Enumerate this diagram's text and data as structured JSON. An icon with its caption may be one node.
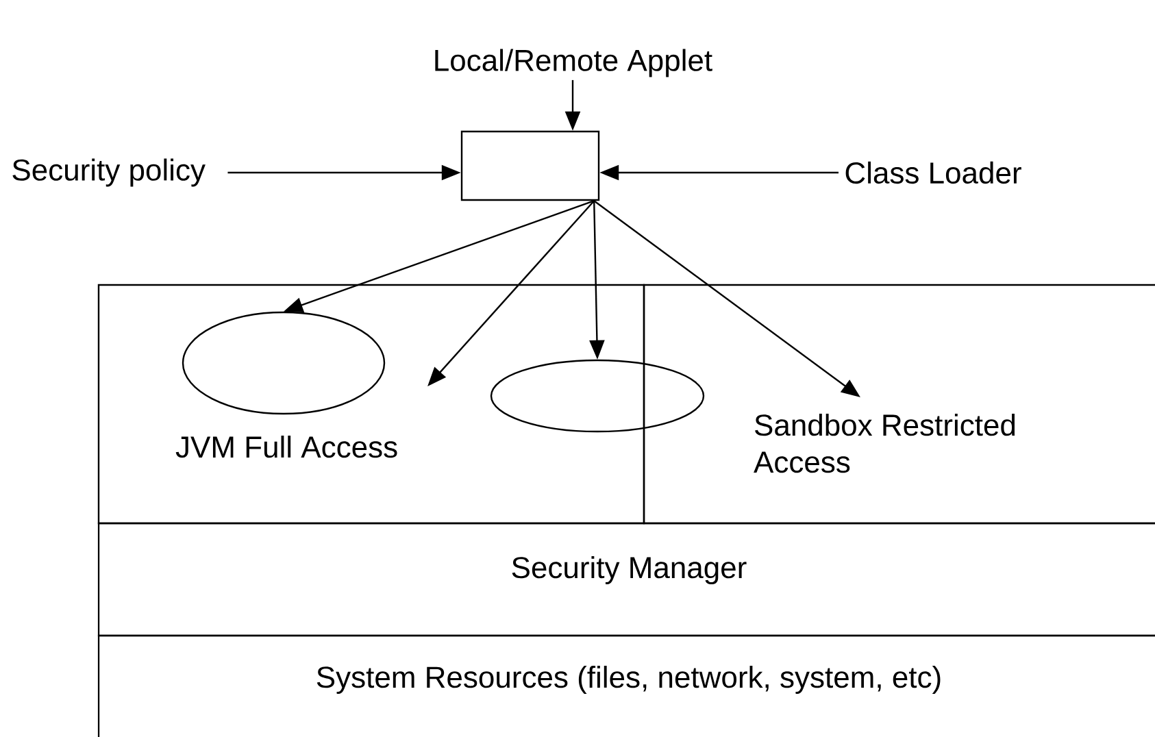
{
  "diagram": {
    "nodes": [
      {
        "text": [
          "Local/Remote Applet"
        ]
      },
      {
        "text": [
          "Security policy"
        ]
      },
      {
        "text": [],
        "shape": "box"
      },
      {
        "text": [
          "Class Loader"
        ]
      },
      {
        "text": [
          "JVM Full Access"
        ]
      },
      {
        "text": [],
        "shape": "ellipse",
        "in": 4
      },
      {
        "text": [],
        "shape": "ellipse"
      },
      {
        "text": [
          "Sandbox Restricted Access"
        ]
      },
      {
        "text": [
          "Security Manager"
        ]
      },
      {
        "text": [
          "System Resources (files, network, system, etc)"
        ]
      }
    ],
    "edges": [
      {
        "from": 0,
        "to": 2,
        "arrow": "to"
      },
      {
        "from": 1,
        "to": 2,
        "arrow": "to"
      },
      {
        "from": 3,
        "to": 2,
        "arrow": "to"
      },
      {
        "from": 2,
        "to": 5,
        "arrow": "to"
      },
      {
        "from": 2,
        "to": null,
        "arrow": "to"
      },
      {
        "from": 2,
        "to": 6,
        "arrow": "to"
      },
      {
        "from": 2,
        "to": 7,
        "arrow": "to"
      }
    ]
  }
}
